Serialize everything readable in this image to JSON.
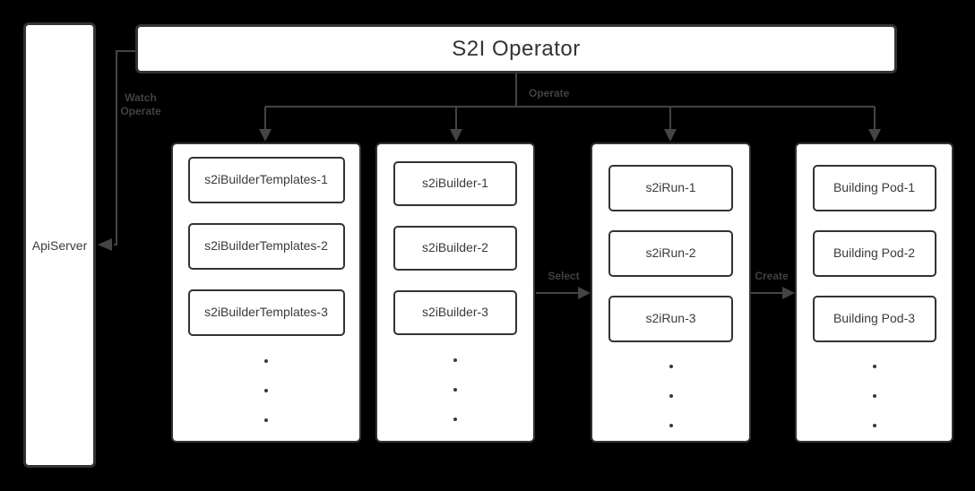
{
  "title": "S2I Operator",
  "api_server_label": "ApiServer",
  "edge_labels": {
    "watch": [
      "Watch",
      "Operate"
    ],
    "operate": "Operate",
    "select": "Select",
    "create": "Create"
  },
  "columns": [
    {
      "name": "s2iBuilderTemplates",
      "items": [
        "s2iBuilderTemplates-1",
        "s2iBuilderTemplates-2",
        "s2iBuilderTemplates-3"
      ]
    },
    {
      "name": "s2iBuilder",
      "items": [
        "s2iBuilder-1",
        "s2iBuilder-2",
        "s2iBuilder-3"
      ]
    },
    {
      "name": "s2iRun",
      "items": [
        "s2iRun-1",
        "s2iRun-2",
        "s2iRun-3"
      ]
    },
    {
      "name": "Building Pod",
      "items": [
        "Building Pod-1",
        "Building Pod-2",
        "Building Pod-3"
      ]
    }
  ],
  "colors": {
    "background": "#000000",
    "box_fill": "#ffffff",
    "box_border": "#333333",
    "text": "#3b3b3b",
    "connector": "#444444"
  }
}
